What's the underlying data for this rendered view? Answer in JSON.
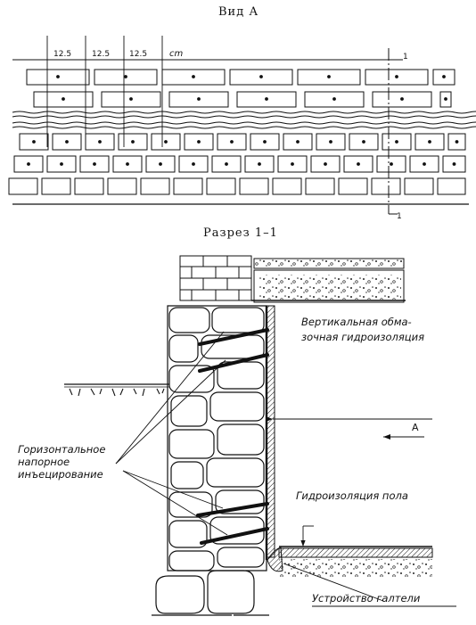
{
  "view_title": "Вид А",
  "section_title": "Разрез 1–1",
  "dimensions": {
    "d1": "12.5",
    "d2": "12.5",
    "d3": "12.5",
    "unit": "cm"
  },
  "section_marks": {
    "top": "1",
    "bottom": "1",
    "arrow": "A"
  },
  "labels": {
    "vertical_1": "Вертикальная обма-",
    "vertical_2": "зочная гидроизоляция",
    "horizontal_1": "Горизонтальное",
    "horizontal_2": "напорное",
    "horizontal_3": "инъецирование",
    "floor": "Гидроизоляция пола",
    "fillet": "Устройство галтели"
  }
}
